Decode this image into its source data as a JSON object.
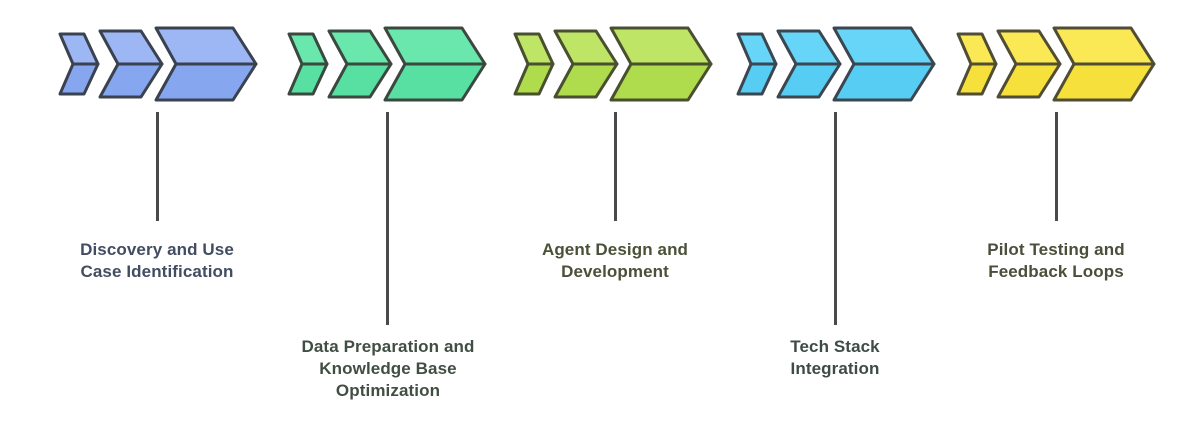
{
  "diagram": {
    "title_hint": "AI agent implementation process chevron diagram",
    "background": "#ffffff",
    "connector_color": "#4a4a4a",
    "stages": [
      {
        "label": "Discovery and Use\nCase Identification",
        "colors": {
          "top": "#9db7f4",
          "bottom": "#86a6ef",
          "stroke": "#3a4250",
          "text": "#424d61"
        }
      },
      {
        "label": "Data Preparation and\nKnowledge Base\nOptimization",
        "colors": {
          "top": "#69e7ad",
          "bottom": "#58e0a2",
          "stroke": "#3b4840",
          "text": "#414e43"
        }
      },
      {
        "label": "Agent Design and\nDevelopment",
        "colors": {
          "top": "#bfe566",
          "bottom": "#afdc4d",
          "stroke": "#49502f",
          "text": "#4a5138"
        }
      },
      {
        "label": "Tech Stack\nIntegration",
        "colors": {
          "top": "#66d5f7",
          "bottom": "#57cdf3",
          "stroke": "#3b4750",
          "text": "#3e4b46"
        }
      },
      {
        "label": "Pilot Testing and\nFeedback Loops",
        "colors": {
          "top": "#fae854",
          "bottom": "#f6e13c",
          "stroke": "#514d35",
          "text": "#4b4e3a"
        }
      }
    ]
  }
}
